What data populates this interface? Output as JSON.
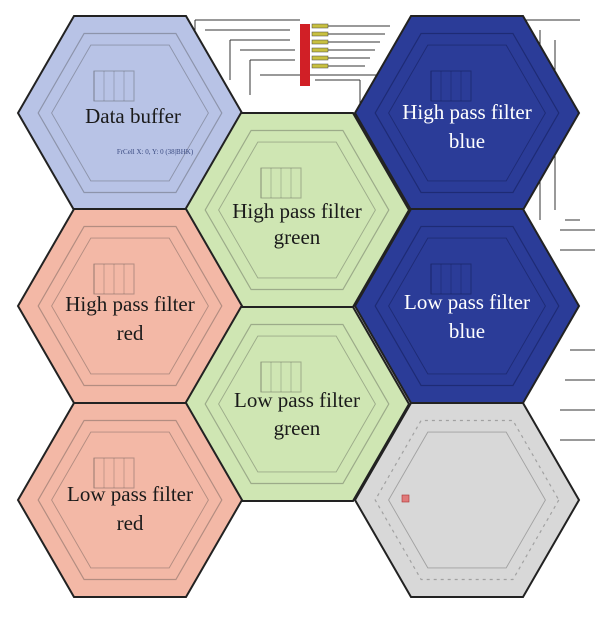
{
  "colors": {
    "buffer_fill": "#b8c3e6",
    "red_fill": "#f3b8a6",
    "green_fill": "#cfe6b3",
    "blue_fill": "#2b3c98",
    "empty_fill": "#d8d8d8",
    "outline": "#222222",
    "wire": "#333333",
    "red_bar": "#d11f26",
    "dark_text": "#1a1a1a",
    "light_text": "#ffffff"
  },
  "hexes": {
    "data_buffer": {
      "line1": "Data buffer",
      "line2": ""
    },
    "hp_green": {
      "line1": "High pass filter",
      "line2": "green"
    },
    "hp_blue": {
      "line1": "High pass filter",
      "line2": "blue"
    },
    "hp_red": {
      "line1": "High pass filter",
      "line2": "red"
    },
    "lp_blue": {
      "line1": "Low pass filter",
      "line2": "blue"
    },
    "lp_green": {
      "line1": "Low pass filter",
      "line2": "green"
    },
    "lp_red": {
      "line1": "Low pass filter",
      "line2": "red"
    },
    "empty": {
      "line1": "",
      "line2": ""
    }
  },
  "detail_labels": {
    "buffer_caption": "FrCell X: 0, Y: 0 (38|BHK)"
  }
}
